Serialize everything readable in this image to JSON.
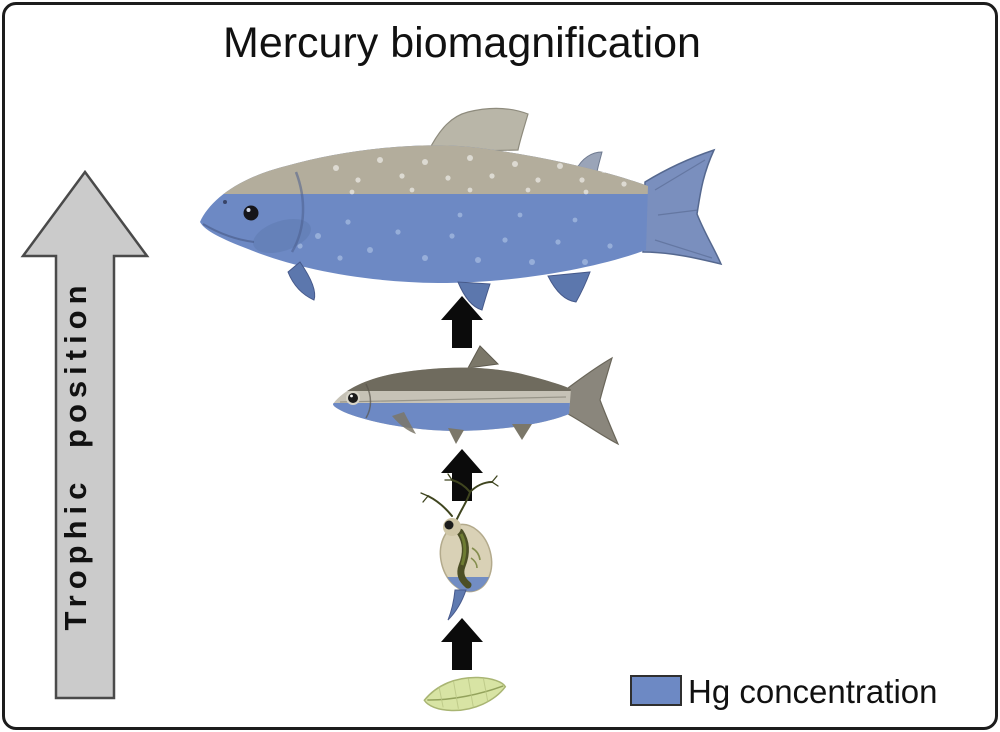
{
  "title": "Mercury biomagnification",
  "y_axis": {
    "label": "Trophic position",
    "direction": "up"
  },
  "legend": {
    "label": "Hg concentration"
  },
  "colors": {
    "hg_fill": "#6d89c4",
    "hg_fill_dark": "#5c77ad",
    "axis_arrow_fill": "#cbcbcb",
    "axis_arrow_stroke": "#4a4a4a",
    "flow_arrow_fill": "#0b0b0b",
    "frame_border": "#1c1c1c"
  },
  "food_chain": [
    {
      "organism": "phytoplankton",
      "trophic_level": 1,
      "relative_hg": "lowest"
    },
    {
      "organism": "zooplankton-daphnia",
      "trophic_level": 2,
      "relative_hg": "low"
    },
    {
      "organism": "small-planktivorous-fish",
      "trophic_level": 3,
      "relative_hg": "moderate"
    },
    {
      "organism": "large-predatory-fish",
      "trophic_level": 4,
      "relative_hg": "highest"
    }
  ]
}
